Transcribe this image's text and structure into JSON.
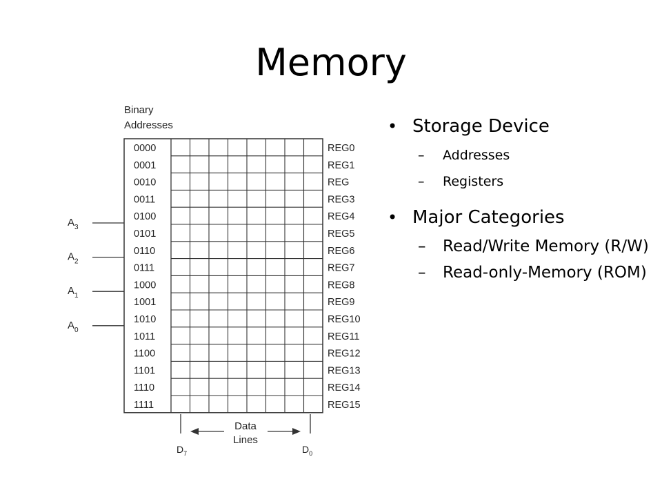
{
  "title": "Memory",
  "diagram": {
    "binary_addresses_label": [
      "Binary",
      "Addresses"
    ],
    "addresses": [
      "0000",
      "0001",
      "0010",
      "0011",
      "0100",
      "0101",
      "0110",
      "0111",
      "1000",
      "1001",
      "1010",
      "1011",
      "1100",
      "1101",
      "1110",
      "1111"
    ],
    "registers": [
      "REG0",
      "REG1",
      "REG",
      "REG3",
      "REG4",
      "REG5",
      "REG6",
      "REG7",
      "REG8",
      "REG9",
      "REG10",
      "REG11",
      "REG12",
      "REG13",
      "REG14",
      "REG15"
    ],
    "address_lines": [
      {
        "letter": "A",
        "sub": "3"
      },
      {
        "letter": "A",
        "sub": "2"
      },
      {
        "letter": "A",
        "sub": "1"
      },
      {
        "letter": "A",
        "sub": "0"
      }
    ],
    "data_lines_label": [
      "Data",
      "Lines"
    ],
    "data_bit_labels": [
      {
        "letter": "D",
        "sub": "7"
      },
      {
        "letter": "D",
        "sub": "0"
      }
    ],
    "data_columns": 8
  },
  "bullets": [
    {
      "text": "Storage Device",
      "sub": [
        "Addresses",
        "Registers"
      ]
    },
    {
      "text": "Major Categories",
      "sub": [
        "Read/Write Memory (R/W)",
        "Read-only-Memory (ROM)"
      ]
    }
  ]
}
